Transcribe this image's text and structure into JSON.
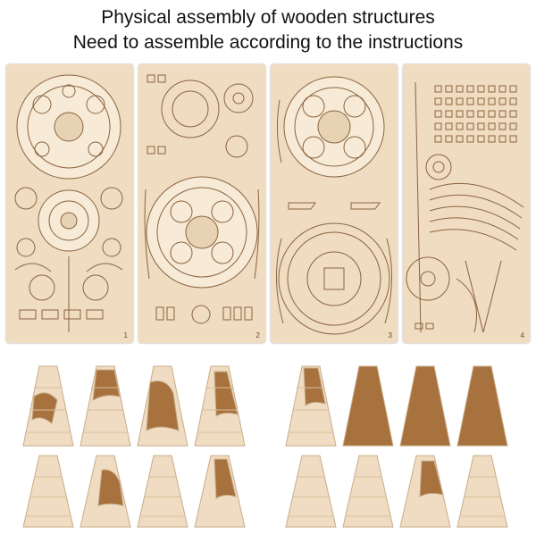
{
  "caption": {
    "line1": "Physical assembly of wooden structures",
    "line2": "Need to assemble according to the instructions"
  },
  "sheets": [
    {
      "number": "1"
    },
    {
      "number": "2"
    },
    {
      "number": "3"
    },
    {
      "number": "4"
    }
  ],
  "colors": {
    "wood": "#f0dcc0",
    "cut_line": "#8a6440",
    "globe_land": "#a8723e",
    "globe_frame": "#e2c9a6"
  }
}
